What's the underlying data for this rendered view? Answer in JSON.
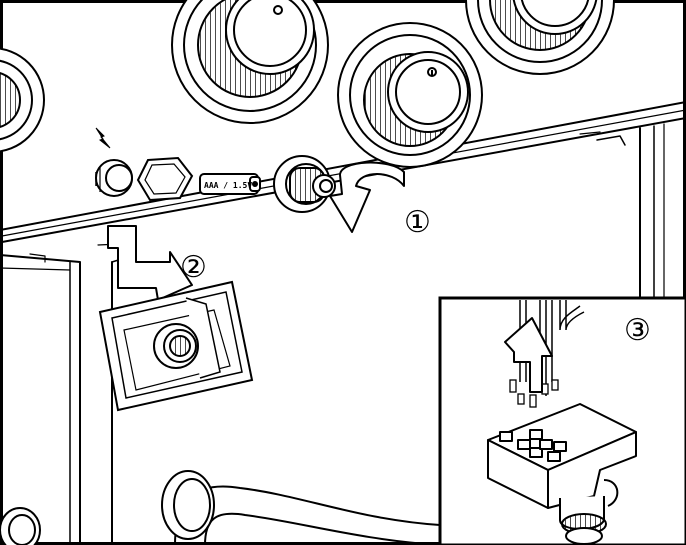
{
  "figure": {
    "steps": [
      {
        "id": "step-1",
        "label": "①"
      },
      {
        "id": "step-2",
        "label": "②"
      },
      {
        "id": "step-3",
        "label": "③"
      }
    ],
    "battery_label": "AAA / 1.5V",
    "colors": {
      "ink": "#000000",
      "paper": "#ffffff",
      "arrow_fill": "#ffffff"
    },
    "icons": [
      "spark-icon",
      "rotate-arrow-icon",
      "down-arrow-icon",
      "up-arrow-icon"
    ]
  }
}
